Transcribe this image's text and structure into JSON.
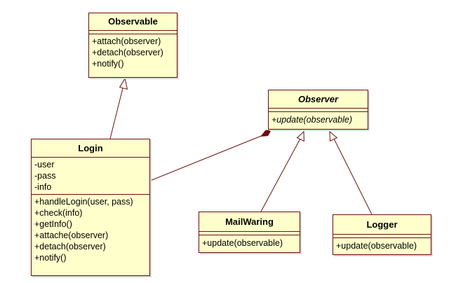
{
  "colors": {
    "class_fill": "#ffffcc",
    "class_border": "#6b0f0f",
    "connector": "#6b0f0f"
  },
  "classes": {
    "observable": {
      "name": "Observable",
      "operations": [
        "+attach(observer)",
        "+detach(observer)",
        "+notify()"
      ]
    },
    "observer": {
      "name": "Observer",
      "abstract": true,
      "operations": [
        "+update(observable)"
      ]
    },
    "login": {
      "name": "Login",
      "attributes": [
        "-user",
        "-pass",
        "-info"
      ],
      "operations": [
        "+handleLogin(user, pass)",
        "+check(info)",
        "+getInfo()",
        "+attache(observer)",
        "+detach(observer)",
        "+notify()"
      ]
    },
    "mailwaring": {
      "name": "MailWaring",
      "operations": [
        "+update(observable)"
      ]
    },
    "logger": {
      "name": "Logger",
      "operations": [
        "+update(observable)"
      ]
    }
  },
  "relations": [
    {
      "type": "generalization",
      "from": "Login",
      "to": "Observable"
    },
    {
      "type": "composition",
      "from": "Login",
      "to": "Observer"
    },
    {
      "type": "generalization",
      "from": "MailWaring",
      "to": "Observer"
    },
    {
      "type": "generalization",
      "from": "Logger",
      "to": "Observer"
    }
  ]
}
